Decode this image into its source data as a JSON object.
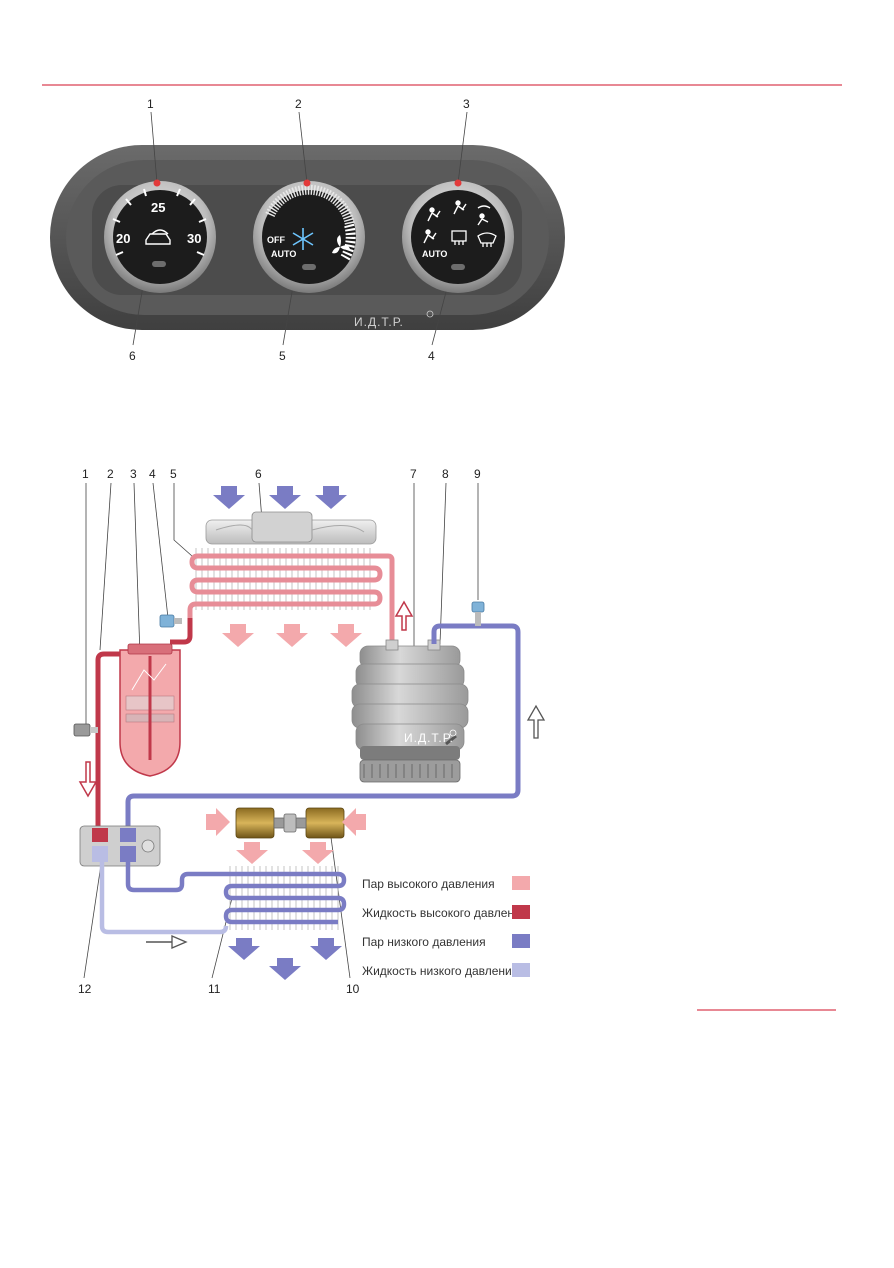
{
  "panel": {
    "callouts": [
      "1",
      "2",
      "3",
      "4",
      "5",
      "6"
    ],
    "temp_dial": {
      "scale": [
        "20",
        "25",
        "30"
      ]
    },
    "mode_dial": {
      "off_label": "OFF",
      "auto_label": "AUTO"
    },
    "vent_dial": {
      "auto_label": "AUTO"
    },
    "watermark": "И.Д.Т.Р."
  },
  "scheme": {
    "callouts": [
      "1",
      "2",
      "3",
      "4",
      "5",
      "6",
      "7",
      "8",
      "9",
      "10",
      "11",
      "12"
    ],
    "watermark": "И.Д.Т.Р.",
    "legend": [
      {
        "label": "Пар высокого давления",
        "color": "#f3a9ac"
      },
      {
        "label": "Жидкость высокого давления",
        "color": "#c0384a"
      },
      {
        "label": "Пар низкого давления",
        "color": "#7a7cc4"
      },
      {
        "label": "Жидкость низкого давления",
        "color": "#b9bde4"
      }
    ]
  },
  "colors": {
    "accent_rule": "#e06070",
    "high_vapor": "#f3a9ac",
    "high_liquid": "#c0384a",
    "low_vapor": "#7a7cc4",
    "low_liquid": "#b9bde4"
  }
}
